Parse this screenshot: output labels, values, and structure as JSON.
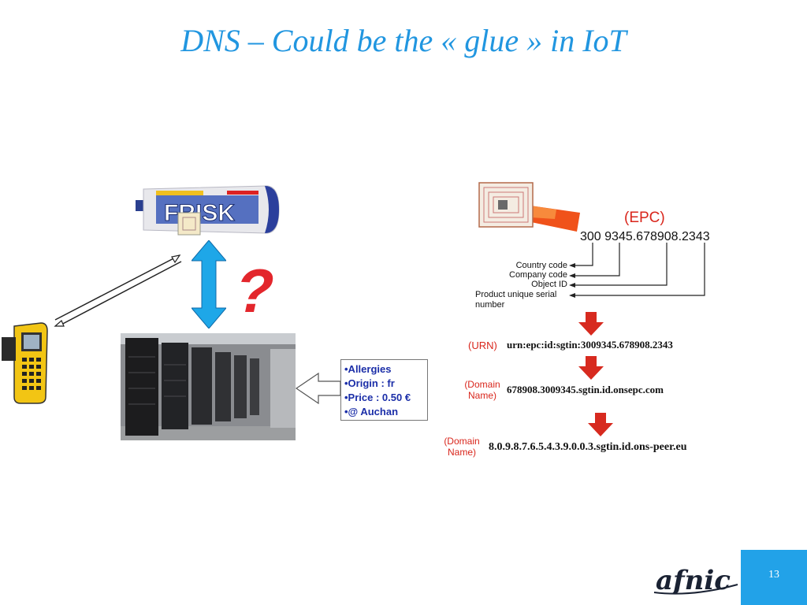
{
  "slide": {
    "title": "DNS – Could be the « glue » in IoT",
    "page_number": "13"
  },
  "left": {
    "product_brand": "FRISK",
    "question_mark": "?",
    "info_box": [
      "•Allergies",
      "•Origin : fr",
      "•Price : 0.50 €",
      "•@ Auchan"
    ]
  },
  "right": {
    "epc_tag": "(EPC)",
    "epc_code": "300 9345.678908.2343",
    "fields": [
      "Country code",
      "Company code",
      "Object ID",
      "Product unique serial",
      "number"
    ],
    "urn_tag": "(URN)",
    "urn_value": "urn:epc:id:sgtin:3009345.678908.2343",
    "domain_tag_1": [
      "(Domain",
      "Name)"
    ],
    "domain_value_1": "678908.3009345.sgtin.id.onsepc.com",
    "domain_tag_2": [
      "(Domain",
      "Name)"
    ],
    "domain_value_2": "8.0.9.8.7.6.5.4.3.9.0.0.3.sgtin.id.ons-peer.eu"
  },
  "footer": {
    "logo_text": "afnic"
  },
  "colors": {
    "title_blue": "#2196e0",
    "accent_red": "#d9261c",
    "page_box_blue": "#22a2e8",
    "info_text_blue": "#1b2ea8"
  }
}
